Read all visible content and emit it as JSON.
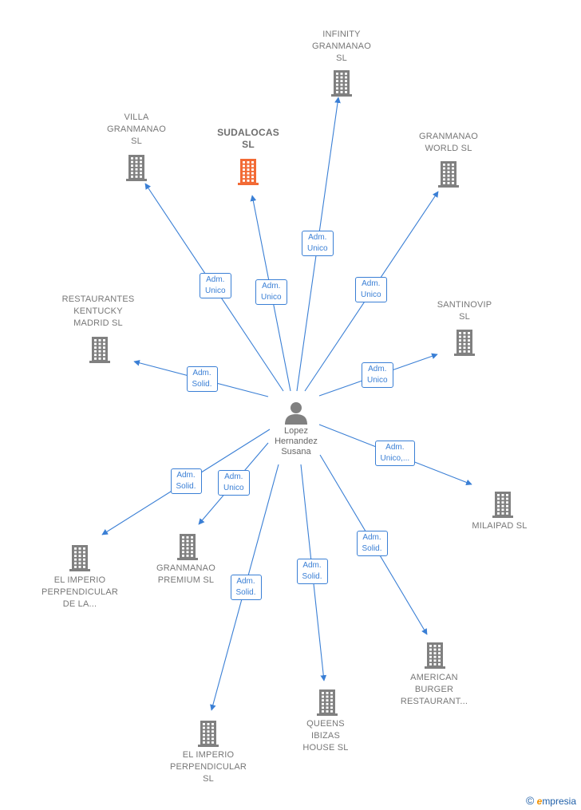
{
  "center": {
    "name": "Lopez Hernandez Susana",
    "lines": [
      "Lopez",
      "Hernandez",
      "Susana"
    ],
    "icon": "person-icon"
  },
  "companies": [
    {
      "id": "infinity",
      "lines": [
        "INFINITY",
        "GRANMANAO",
        "SL"
      ],
      "relation": [
        "Adm.",
        "Unico"
      ],
      "focus": false
    },
    {
      "id": "villa",
      "lines": [
        "VILLA",
        "GRANMANAO",
        "SL"
      ],
      "relation": [
        "Adm.",
        "Unico"
      ],
      "focus": false
    },
    {
      "id": "sudalocas",
      "lines": [
        "SUDALOCAS",
        "SL"
      ],
      "relation": [
        "Adm.",
        "Unico"
      ],
      "focus": true
    },
    {
      "id": "world",
      "lines": [
        "GRANMANAO",
        "WORLD SL"
      ],
      "relation": [
        "Adm.",
        "Unico"
      ],
      "focus": false
    },
    {
      "id": "kentucky",
      "lines": [
        "RESTAURANTES",
        "KENTUCKY",
        "MADRID SL"
      ],
      "relation": [
        "Adm.",
        "Solid."
      ],
      "focus": false
    },
    {
      "id": "santinovip",
      "lines": [
        "SANTINOVIP",
        "SL"
      ],
      "relation": [
        "Adm.",
        "Unico"
      ],
      "focus": false
    },
    {
      "id": "milaipad",
      "lines": [
        "MILAIPAD SL"
      ],
      "relation": [
        "Adm.",
        "Unico,..."
      ],
      "focus": false
    },
    {
      "id": "imperio-la",
      "lines": [
        "EL IMPERIO",
        "PERPENDICULAR",
        "DE LA..."
      ],
      "relation": [
        "Adm.",
        "Solid."
      ],
      "focus": false
    },
    {
      "id": "premium",
      "lines": [
        "GRANMANAO",
        "PREMIUM SL"
      ],
      "relation": [
        "Adm.",
        "Unico"
      ],
      "focus": false
    },
    {
      "id": "american",
      "lines": [
        "AMERICAN",
        "BURGER",
        "RESTAURANT..."
      ],
      "relation": [
        "Adm.",
        "Solid."
      ],
      "focus": false
    },
    {
      "id": "queens",
      "lines": [
        "QUEENS",
        "IBIZAS",
        "HOUSE SL"
      ],
      "relation": [
        "Adm.",
        "Solid."
      ],
      "focus": false
    },
    {
      "id": "imperio-sl",
      "lines": [
        "EL IMPERIO",
        "PERPENDICULAR",
        "SL"
      ],
      "relation": [
        "Adm.",
        "Solid."
      ],
      "focus": false
    }
  ],
  "colors": {
    "edge": "#3a7fd5",
    "building": "#808080",
    "focus_building": "#f26a35",
    "person": "#808080"
  },
  "icons": {
    "company": "building-icon",
    "center": "person-icon"
  },
  "brand": {
    "copyright": "©",
    "initial": "e",
    "rest": "mpresia"
  }
}
